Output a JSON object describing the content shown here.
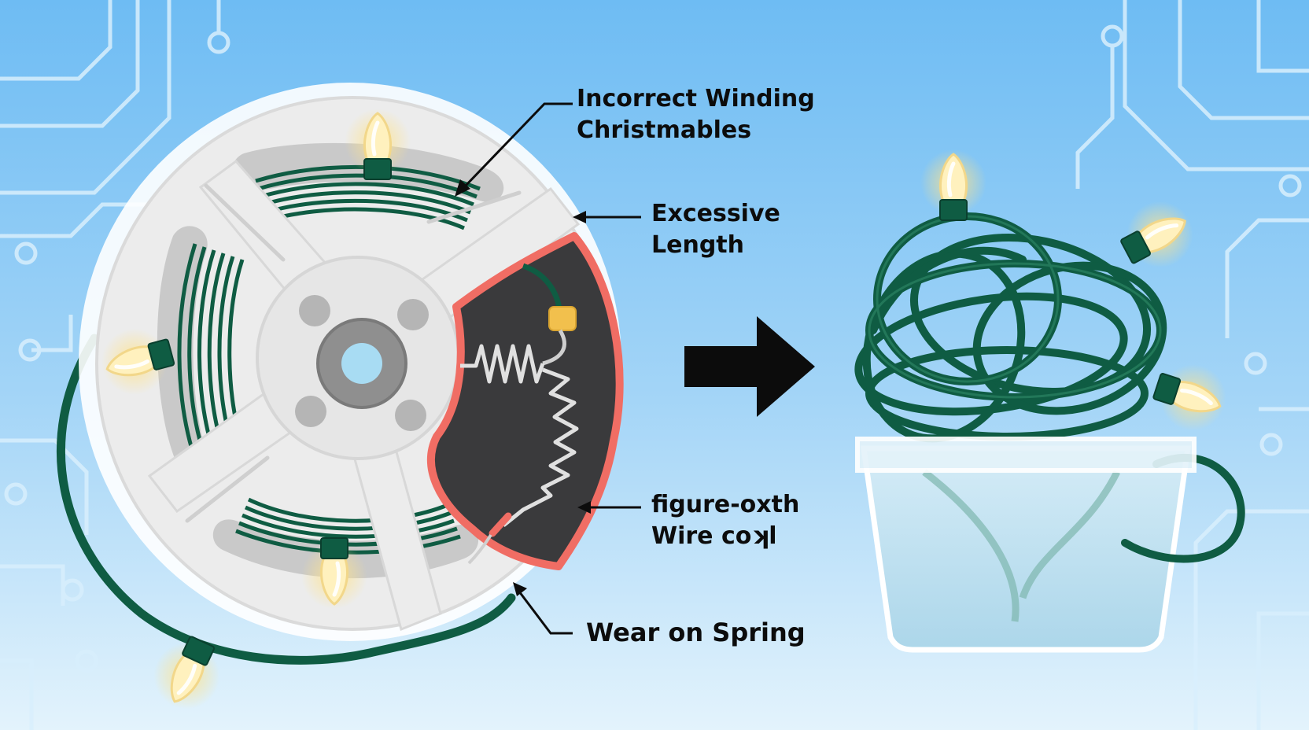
{
  "callouts": {
    "incorrect_winding": [
      "Incorrect Winding",
      "Christmables"
    ],
    "excessive_length": [
      "Excessive",
      "Length"
    ],
    "figure_wire_coil": [
      "figure-oxth",
      "Wire coʞl"
    ],
    "wear_on_spring": [
      "Wear on Spring"
    ]
  },
  "colors": {
    "background_top": "#6ebcf3",
    "background_bottom": "#e0f2fc",
    "circuit_traces": "#d6eefc",
    "reel_frame": "#ececec",
    "reel_track": "#c8c8c8",
    "cord_green": "#0f5c43",
    "cutaway_border": "#f06d64",
    "cutaway_fill": "#3a3a3c",
    "bulb": "#fff1be",
    "bulb_glow": "#ffe38a",
    "arrow": "#0c0c0c",
    "bucket": "#cde6f2"
  },
  "icons": [
    "storage-reel-icon",
    "light-bulb-icon",
    "spring-coil-icon",
    "right-arrow-icon",
    "bucket-icon",
    "circuit-trace-icon"
  ]
}
